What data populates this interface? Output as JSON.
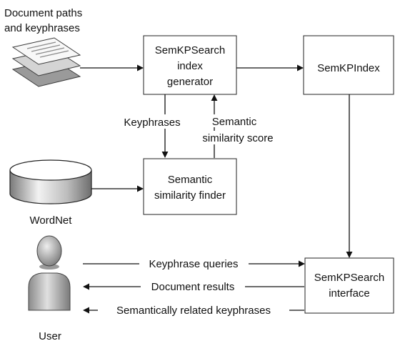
{
  "diagram": {
    "doc_input_label": [
      "Document paths",
      "and keyphrases"
    ],
    "index_generator": [
      "SemKPSearch",
      "index",
      "generator"
    ],
    "index": "SemKPIndex",
    "similarity_finder": [
      "Semantic",
      "similarity finder"
    ],
    "wordnet": "WordNet",
    "interface": [
      "SemKPSearch",
      "interface"
    ],
    "user": "User",
    "edges": {
      "keyphrases": "Keyphrases",
      "similarity_score": [
        "Semantic",
        "similarity score"
      ],
      "keyphrase_queries": "Keyphrase queries",
      "document_results": "Document results",
      "related_keyphrases": "Semantically related keyphrases"
    }
  }
}
